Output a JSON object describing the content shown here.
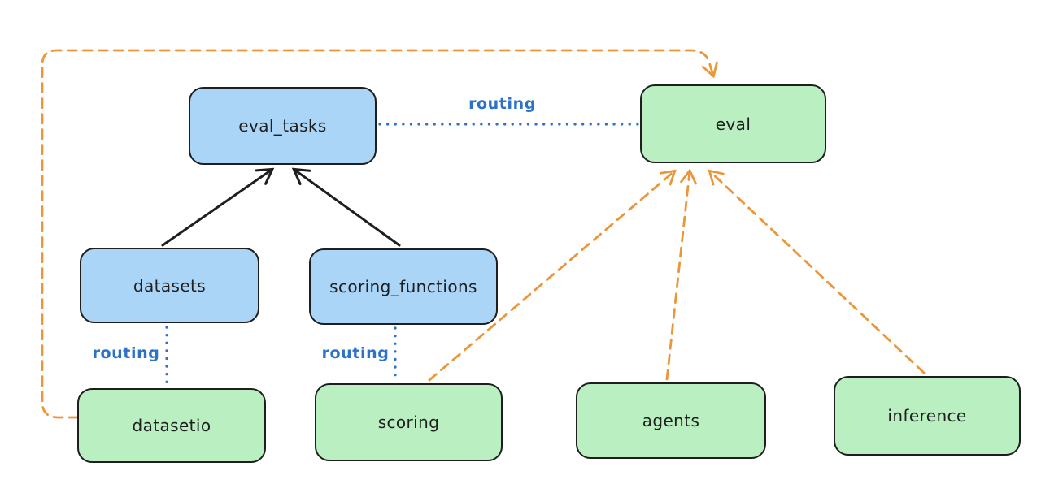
{
  "nodes": {
    "eval_tasks": {
      "label": "eval_tasks",
      "kind": "registry"
    },
    "eval": {
      "label": "eval",
      "kind": "api"
    },
    "datasets": {
      "label": "datasets",
      "kind": "registry"
    },
    "scoring_functions": {
      "label": "scoring_functions",
      "kind": "registry"
    },
    "datasetio": {
      "label": "datasetio",
      "kind": "api"
    },
    "scoring": {
      "label": "scoring",
      "kind": "api"
    },
    "agents": {
      "label": "agents",
      "kind": "api"
    },
    "inference": {
      "label": "inference",
      "kind": "api"
    }
  },
  "edge_labels": {
    "routing_top": "routing",
    "routing_datasetio": "routing",
    "routing_scoring": "routing"
  },
  "colors": {
    "blue_fill": "#abd5f6",
    "green_fill": "#b9efc1",
    "stroke_dark": "#1e1e1e",
    "routing_blue": "#2b72c8",
    "orange": "#eb9639",
    "bg": "#ffffff"
  }
}
